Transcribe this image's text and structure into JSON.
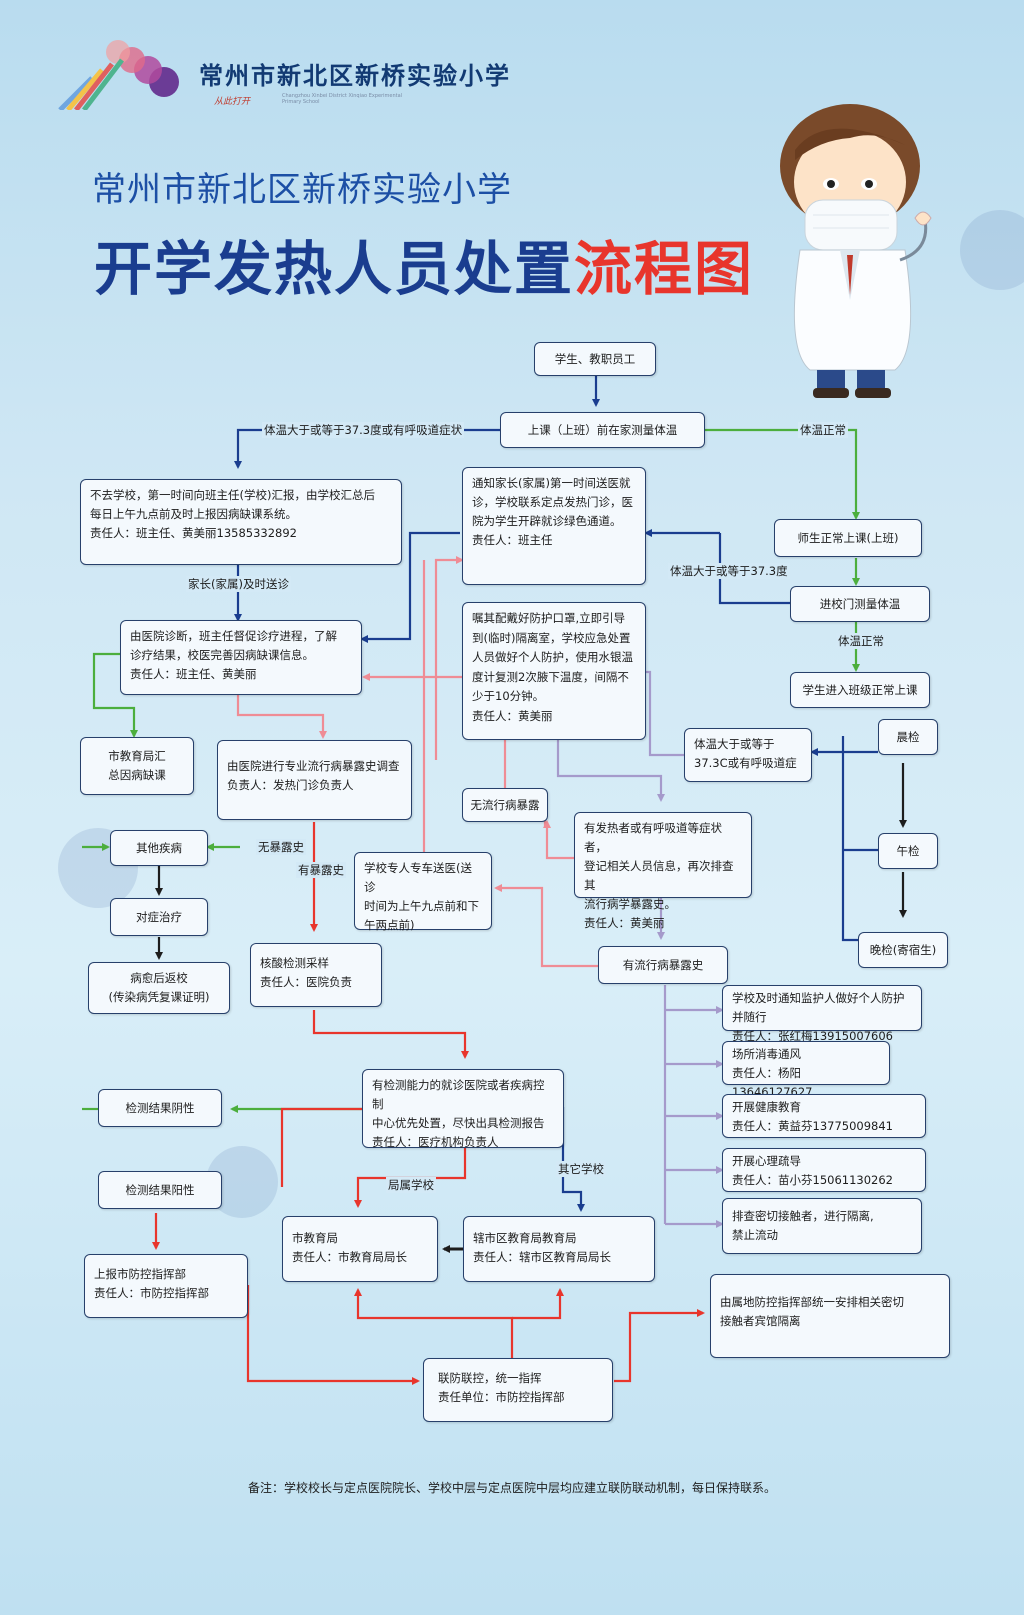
{
  "header": {
    "logo_text": "常州市新北区新桥实验小学",
    "logo_slogan": "从此打开",
    "logo_english": "Changzhou Xinbei District Xinqiao Experimental Primary School",
    "school_name": "常州市新北区新桥实验小学",
    "title_main": "开学发热人员处置",
    "title_highlight": "流程图"
  },
  "colors": {
    "navy": "#1a3d8f",
    "red": "#e8352c",
    "green": "#4cae3d",
    "pink": "#ef8c95",
    "lavender": "#a59acb",
    "dark": "#27406b"
  },
  "nodes": {
    "start": "学生、教职员工",
    "home_check": "上课（上班）前在家测量体温",
    "normal_class": "师生正常上课(上班)",
    "gate_check": "进校门测量体温",
    "enter_class": "学生进入班级正常上课",
    "no_school": [
      "不去学校，第一时间向班主任(学校)汇报，由学校汇总后",
      "每日上午九点前及时上报因病缺课系统。",
      "责任人：班主任、黄美丽13585332892"
    ],
    "notify_parents": [
      "通知家长(家属)第一时间送医就",
      "诊，学校联系定点发热门诊，医",
      "院为学生开辟就诊绿色通道。",
      "责任人：班主任"
    ],
    "hospital_diag": [
      "由医院诊断，班主任督促诊疗进程，了解",
      "诊疗结果，校医完善因病缺课信息。",
      "责任人：班主任、黄美丽"
    ],
    "edu_bureau_summary": [
      "市教育局汇",
      "总因病缺课"
    ],
    "epi_survey": [
      "由医院进行专业流行病暴露史调查",
      "负责人：发热门诊负责人"
    ],
    "isolation_room": [
      "嘱其配戴好防护口罩,立即引导",
      "到(临时)隔离室，学校应急处置",
      "人员做好个人防护，使用水银温",
      "度计复测2次腋下温度，间隔不",
      "少于10分钟。",
      "责任人：黄美丽"
    ],
    "temp_high": [
      "体温大于或等于",
      "37.3C或有呼吸道症"
    ],
    "morning": "晨检",
    "noon": "午检",
    "evening": "晚检(寄宿生)",
    "no_epi": "无流行病暴露",
    "register": [
      "有发热者或有呼吸道等症状者，",
      "登记相关人员信息，再次排查其",
      "流行病学暴露史。",
      "责任人：黄美丽"
    ],
    "other_disease": "其他疾病",
    "symptom_treat": "对症治疗",
    "return_school": [
      "病愈后返校",
      "(传染病凭复课证明)"
    ],
    "school_car": [
      "学校专人专车送医(送诊",
      "时间为上午九点前和下",
      "午两点前)"
    ],
    "nucleic": [
      "核酸检测采样",
      "责任人：医院负责"
    ],
    "has_epi": "有流行病暴露史",
    "act_notify": [
      "学校及时通知监护人做好个人防护并随行",
      "责任人：张红梅13915007606"
    ],
    "act_disinfect": [
      "场所消毒通风",
      "责任人：杨阳13646127627"
    ],
    "act_health_edu": [
      "开展健康教育",
      "责任人：黄益芬13775009841"
    ],
    "act_psych": [
      "开展心理疏导",
      "责任人：苗小芬15061130262"
    ],
    "act_close_contact": [
      "排查密切接触者，进行隔离,",
      "禁止流动"
    ],
    "test_center": [
      "有检测能力的就诊医院或者疾病控制",
      "中心优先处置，尽快出具检测报告",
      "责任人：医疗机构负责人"
    ],
    "negative": "检测结果阴性",
    "positive": "检测结果阳性",
    "report_city": [
      "上报市防控指挥部",
      "责任人：市防控指挥部"
    ],
    "city_edu": [
      "市教育局",
      "责任人：市教育局局长"
    ],
    "district_edu": [
      "辖市区教育局教育局",
      "责任人：辖市区教育局局长"
    ],
    "hotel_isolation": [
      "由属地防控指挥部统一安排相关密切",
      "接触者宾馆隔离"
    ],
    "joint_control": [
      "联防联控，统一指挥",
      "责任单位：市防控指挥部"
    ]
  },
  "labels": {
    "temp_high_home": "体温大于或等于37.3度或有呼吸道症状",
    "temp_normal": "体温正常",
    "temp_high_gate": "体温大于或等于37.3度",
    "temp_normal_2": "体温正常",
    "parents_send": "家长(家属)及时送诊",
    "no_exposure": "无暴露史",
    "has_exposure": "有暴露史",
    "bureau_school": "局属学校",
    "other_school": "其它学校"
  },
  "footnote": "备注：学校校长与定点医院院长、学校中层与定点医院中层均应建立联防联动机制，每日保持联系。"
}
